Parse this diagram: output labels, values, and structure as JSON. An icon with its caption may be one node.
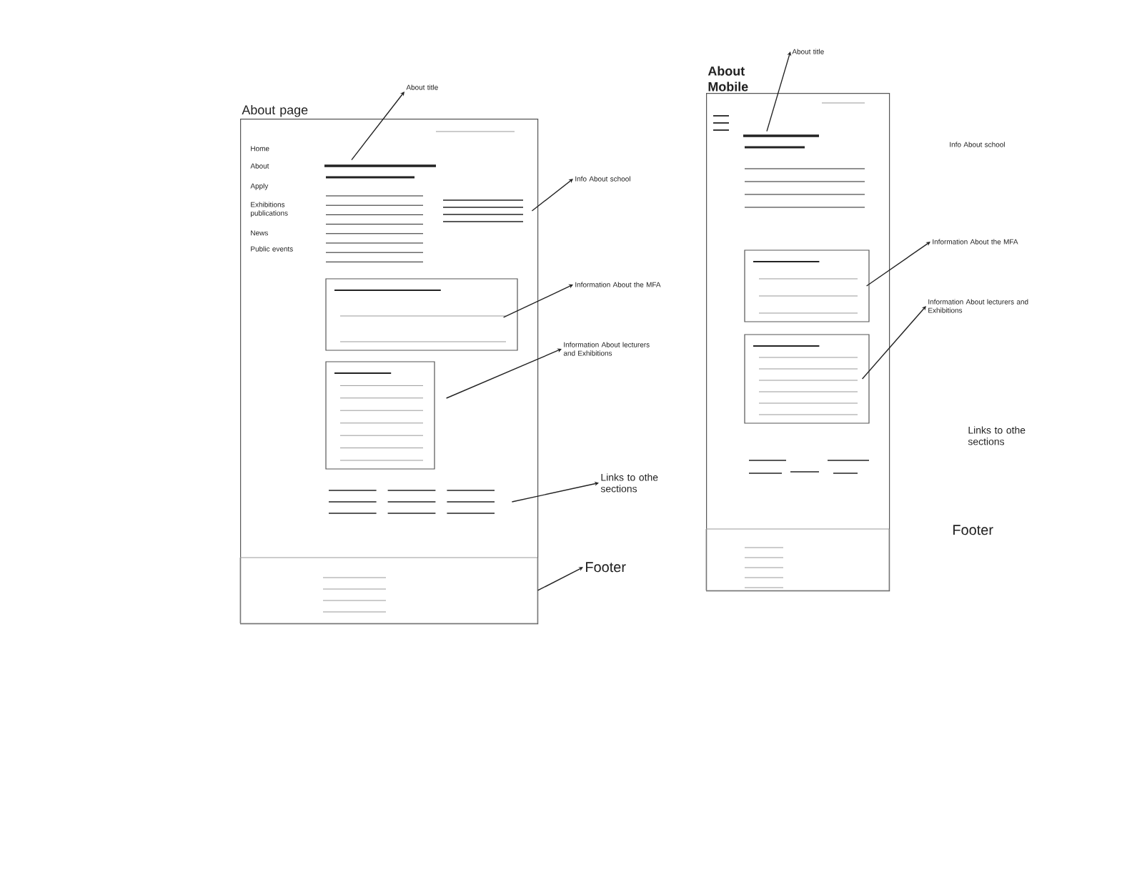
{
  "diagram": {
    "nodes": [
      {
        "text": [
          "About page"
        ]
      },
      {
        "text": [],
        "shape": "bar",
        "in": 0
      },
      {
        "text": [],
        "shape": "lines",
        "in": 0
      },
      {
        "text": [],
        "shape": "box",
        "in": 0
      },
      {
        "text": [],
        "shape": "box",
        "in": 0
      },
      {
        "text": [],
        "shape": "lines",
        "in": 0
      },
      {
        "text": [],
        "shape": "band",
        "in": 0
      },
      {
        "text": [
          "About title"
        ]
      },
      {
        "text": [
          "Info About school"
        ]
      },
      {
        "text": [
          "Information About the MFA"
        ]
      },
      {
        "text": [
          "Information About lecturers and Exhibitions"
        ]
      },
      {
        "text": [
          "Links to othe sections"
        ]
      },
      {
        "text": [
          "Footer"
        ]
      },
      {
        "text": [
          "About Mobile"
        ]
      },
      {
        "text": [],
        "shape": "bar",
        "in": 13
      },
      {
        "text": [],
        "shape": "box",
        "in": 13
      },
      {
        "text": [],
        "shape": "box",
        "in": 13
      },
      {
        "text": [
          "About title"
        ]
      },
      {
        "text": [
          "Information About the MFA"
        ]
      },
      {
        "text": [
          "Information About lecturers and Exhibitions"
        ]
      }
    ],
    "edges": [
      {
        "from": 1,
        "to": 7,
        "arrow": "to"
      },
      {
        "from": 2,
        "to": 8,
        "arrow": "to"
      },
      {
        "from": 3,
        "to": 9,
        "arrow": "to"
      },
      {
        "from": 4,
        "to": 10,
        "arrow": "to"
      },
      {
        "from": 5,
        "to": 11,
        "arrow": "to"
      },
      {
        "from": 6,
        "to": 12,
        "arrow": "to"
      },
      {
        "from": 14,
        "to": 17,
        "arrow": "to"
      },
      {
        "from": 15,
        "to": 18,
        "arrow": "to"
      },
      {
        "from": 16,
        "to": 19,
        "arrow": "to"
      }
    ],
    "labels": [
      "Home",
      "About",
      "Apply",
      "Exhibitions publications",
      "News",
      "Public events",
      "Info About school",
      "Links to othe sections",
      "Footer"
    ]
  }
}
